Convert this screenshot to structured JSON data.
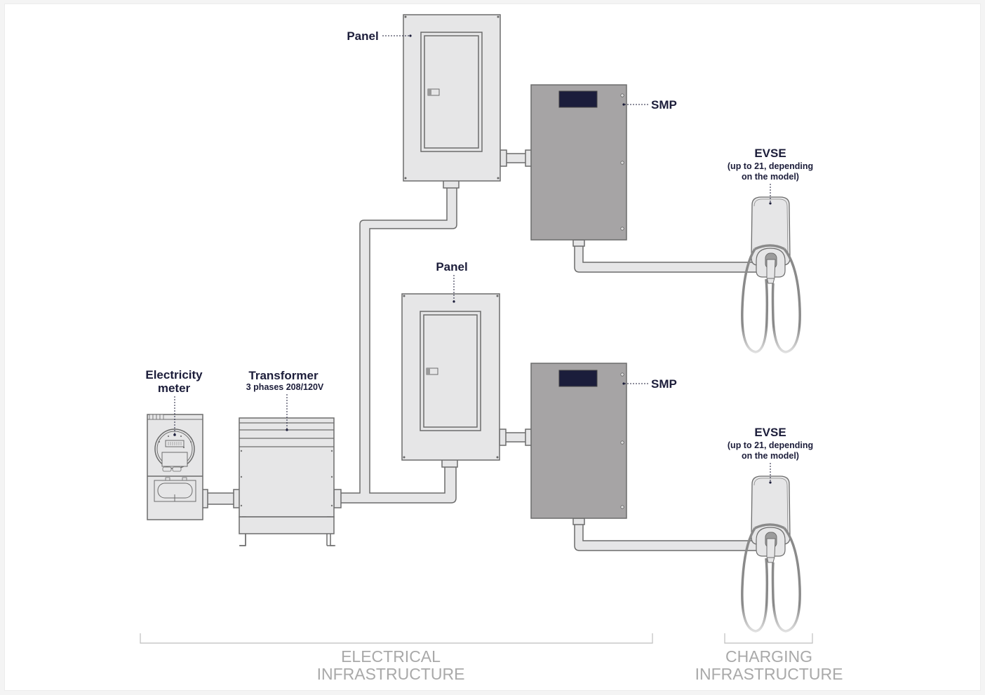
{
  "diagram": {
    "title": "EV charging electrical architecture",
    "labels": {
      "panel_top": "Panel",
      "panel_bottom": "Panel",
      "smp_top": "SMP",
      "smp_bottom": "SMP",
      "evse_top_title": "EVSE",
      "evse_top_sub1": "(up to 21, depending",
      "evse_top_sub2": "on the model)",
      "evse_bottom_title": "EVSE",
      "evse_bottom_sub1": "(up to 21, depending",
      "evse_bottom_sub2": "on the model)",
      "meter_line1": "Electricity",
      "meter_line2": "meter",
      "transformer_title": "Transformer",
      "transformer_sub": "3 phases 208/120V"
    },
    "categories": {
      "electrical_line1": "ELECTRICAL",
      "electrical_line2": "INFRASTRUCTURE",
      "charging_line1": "CHARGING",
      "charging_line2": "INFRASTRUCTURE"
    },
    "nodes": [
      {
        "id": "meter",
        "name": "Electricity meter"
      },
      {
        "id": "transformer",
        "name": "Transformer",
        "spec": "3 phases 208/120V"
      },
      {
        "id": "panel-1",
        "name": "Panel"
      },
      {
        "id": "panel-2",
        "name": "Panel"
      },
      {
        "id": "smp-1",
        "name": "SMP"
      },
      {
        "id": "smp-2",
        "name": "SMP"
      },
      {
        "id": "evse-1",
        "name": "EVSE",
        "note": "up to 21, depending on the model"
      },
      {
        "id": "evse-2",
        "name": "EVSE",
        "note": "up to 21, depending on the model"
      }
    ],
    "edges": [
      [
        "meter",
        "transformer"
      ],
      [
        "transformer",
        "panel-1"
      ],
      [
        "transformer",
        "panel-2"
      ],
      [
        "panel-1",
        "smp-1"
      ],
      [
        "panel-2",
        "smp-2"
      ],
      [
        "smp-1",
        "evse-1"
      ],
      [
        "smp-2",
        "evse-2"
      ]
    ],
    "colors": {
      "label": "#1c1d3a",
      "enclosure_light": "#e6e6e7",
      "enclosure_dark": "#a6a4a5",
      "display": "#1b1d3b",
      "outline": "#6c6c6c",
      "category_text": "#a9a9a9"
    }
  }
}
